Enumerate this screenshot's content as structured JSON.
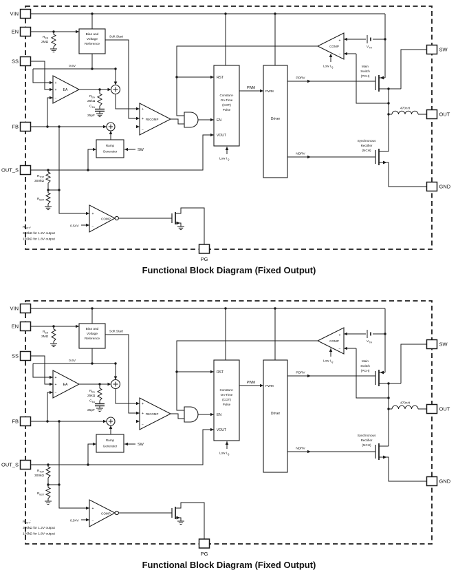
{
  "caption": "Functional Block Diagram (Fixed Output)",
  "pins": {
    "vin": "VIN",
    "en": "EN",
    "ss": "SS",
    "fb": "FB",
    "out_s": "OUT_S",
    "sw": "SW",
    "out": "OUT",
    "gnd": "GND",
    "pg": "PG"
  },
  "symbols": {
    "plus": "+",
    "minus": "−"
  },
  "blocks": {
    "bias": {
      "l1": "Bias and",
      "l2": "Voltage",
      "l3": "Reference"
    },
    "cot": {
      "rst": "RST",
      "l1": "Constant-",
      "l2": "On-Time",
      "l3": "(COT)",
      "l4": "Pulse",
      "en": "EN",
      "vout": "VOUT"
    },
    "driver": {
      "pwm": "PWM",
      "label": "Driver"
    },
    "ramp": {
      "l1": "Ramp",
      "l2": "Generator"
    },
    "ea_label": "EA",
    "fbcomp_label": "FBCOMP",
    "comp_label": "COMP"
  },
  "signals": {
    "soft_start": "Soft Start",
    "ref": "0.6V",
    "pwm": "PWM",
    "pdrv": "PDRV",
    "ndrv": "NDRV",
    "sw": "SW",
    "pg_ref": "0.54V",
    "low_iq_base": "Low I",
    "low_iq_sub": "Q"
  },
  "components": {
    "r_en": {
      "base": "R",
      "sub": "EN",
      "value": "2MΩ"
    },
    "r_ea": {
      "base": "R",
      "sub": "EA",
      "value": "25kΩ"
    },
    "c_ea": {
      "base": "C",
      "sub": "EA",
      "value": "25pF"
    },
    "r_top": {
      "base": "R",
      "sub": "TOP",
      "value": "300kΩ"
    },
    "r_bot": {
      "base": "R",
      "sub": "BOT"
    },
    "v_th": {
      "base": "V",
      "sub": "TH"
    },
    "inductor": "470nH",
    "main_switch": {
      "l1": "Main",
      "l2": "Switch",
      "l3": "(PCH)"
    },
    "sync_rect": {
      "l1": "Synchronous",
      "l2": "Rectifier",
      "l3": "(NCH)"
    }
  },
  "note": {
    "base": "R",
    "sub": "BOT",
    "colon": ":",
    "line1": "300kΩ for 1.2V output",
    "line2": "150kΩ for 1.8V output"
  }
}
